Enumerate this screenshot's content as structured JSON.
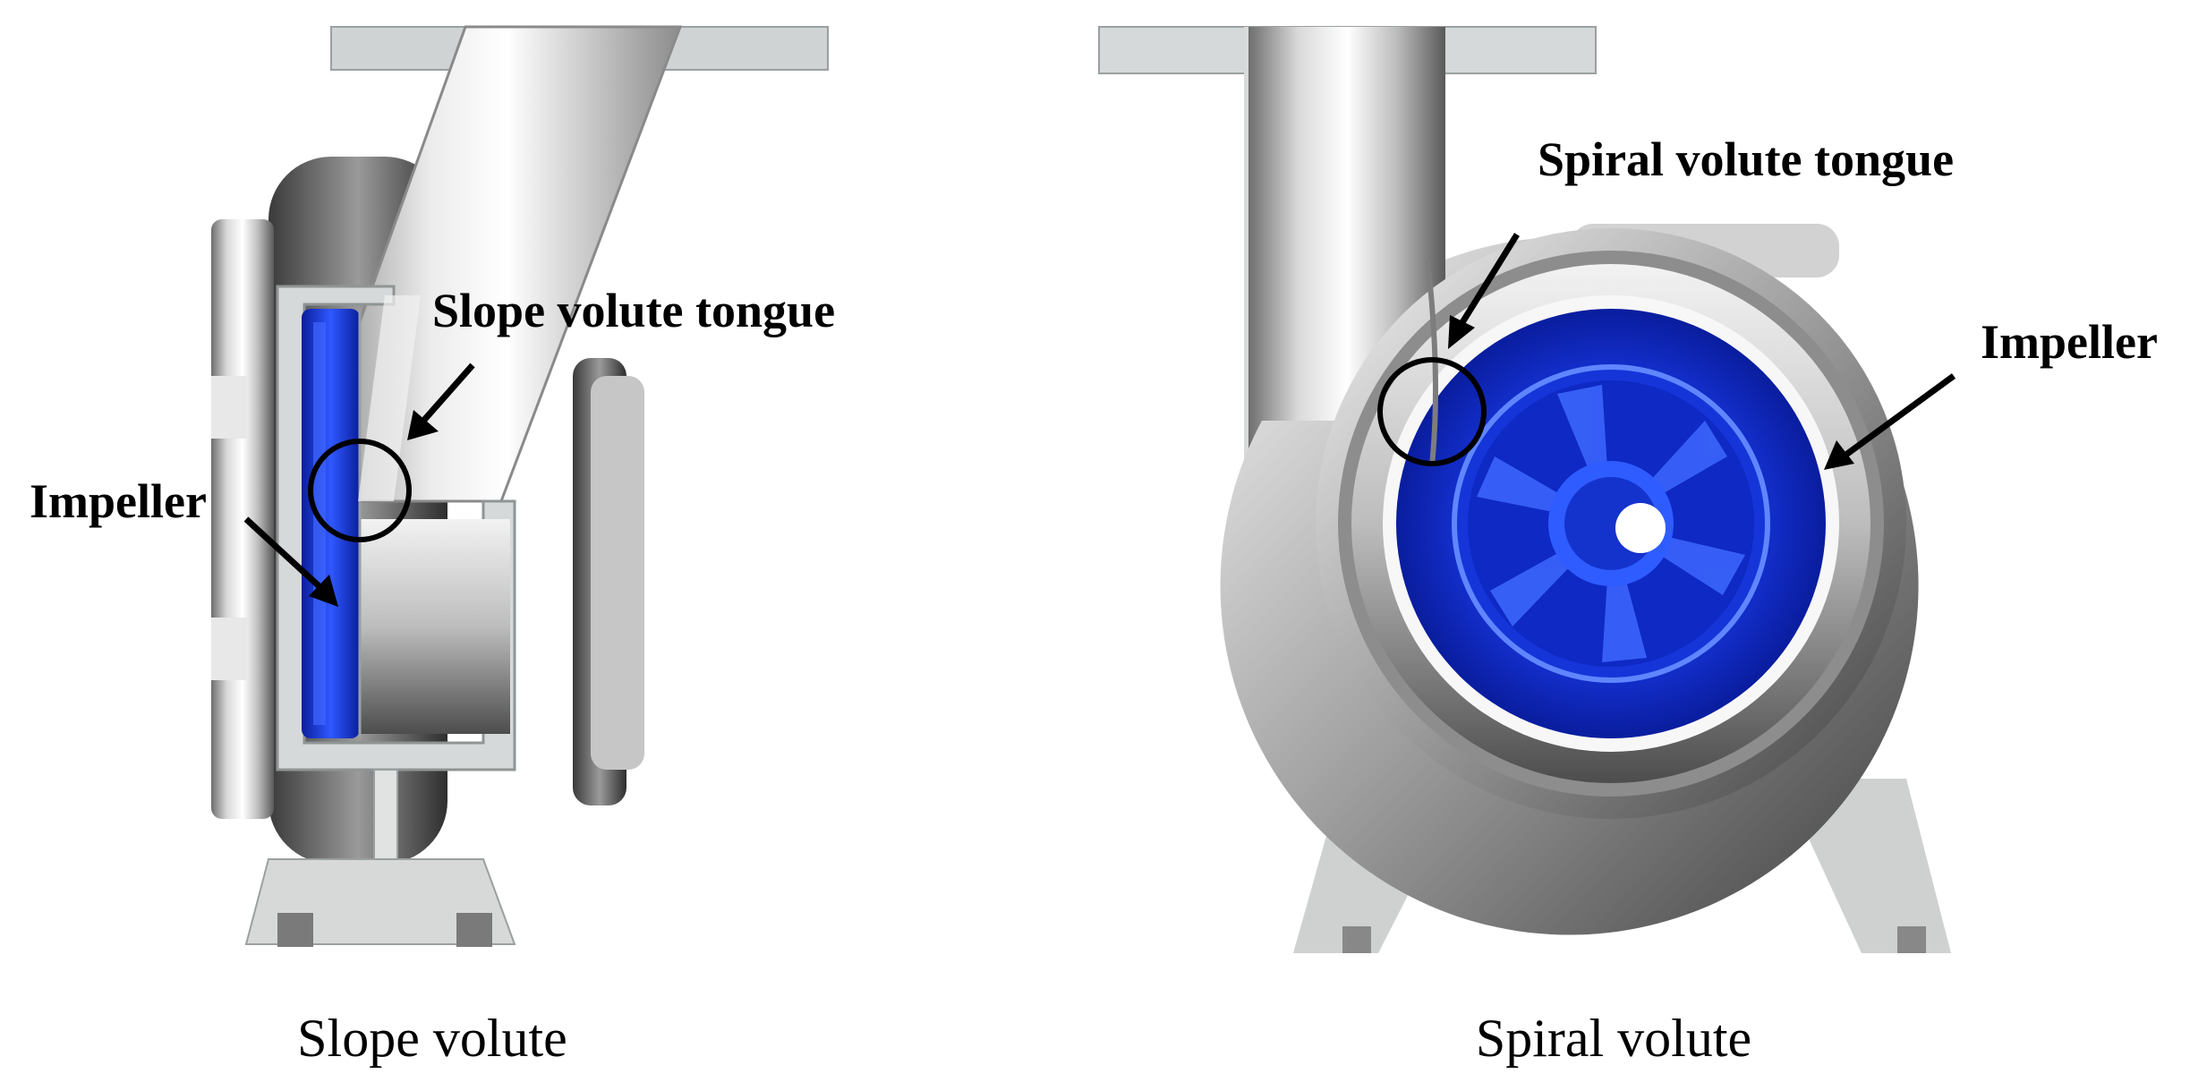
{
  "panels": [
    {
      "caption": "Slope volute",
      "labels": {
        "tongue": "Slope volute tongue",
        "impeller": "Impeller"
      }
    },
    {
      "caption": "Spiral volute",
      "labels": {
        "tongue": "Spiral volute tongue",
        "impeller": "Impeller"
      }
    }
  ],
  "colors": {
    "impeller": "#1a3cff",
    "casing": "#b8b8b8",
    "annotation": "#000000"
  }
}
